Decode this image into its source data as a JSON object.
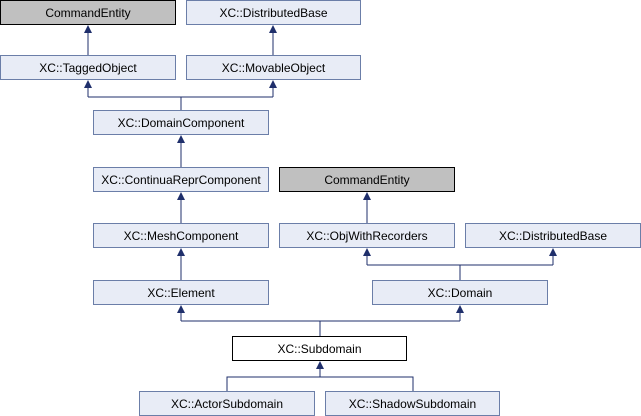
{
  "nodes": {
    "command_entity_top": "CommandEntity",
    "distributed_base_top": "XC::DistributedBase",
    "tagged_object": "XC::TaggedObject",
    "movable_object": "XC::MovableObject",
    "domain_component": "XC::DomainComponent",
    "continua_repr_component": "XC::ContinuaReprComponent",
    "command_entity_mid": "CommandEntity",
    "mesh_component": "XC::MeshComponent",
    "obj_with_recorders": "XC::ObjWithRecorders",
    "distributed_base_mid": "XC::DistributedBase",
    "element": "XC::Element",
    "domain": "XC::Domain",
    "subdomain": "XC::Subdomain",
    "actor_subdomain": "XC::ActorSubdomain",
    "shadow_subdomain": "XC::ShadowSubdomain"
  },
  "colors": {
    "class_fill": "#e8ecf6",
    "class_border": "#6b7ea8",
    "external_fill": "#c0c0c0",
    "focus_fill": "#ffffff",
    "edge": "#1f2f6b"
  }
}
